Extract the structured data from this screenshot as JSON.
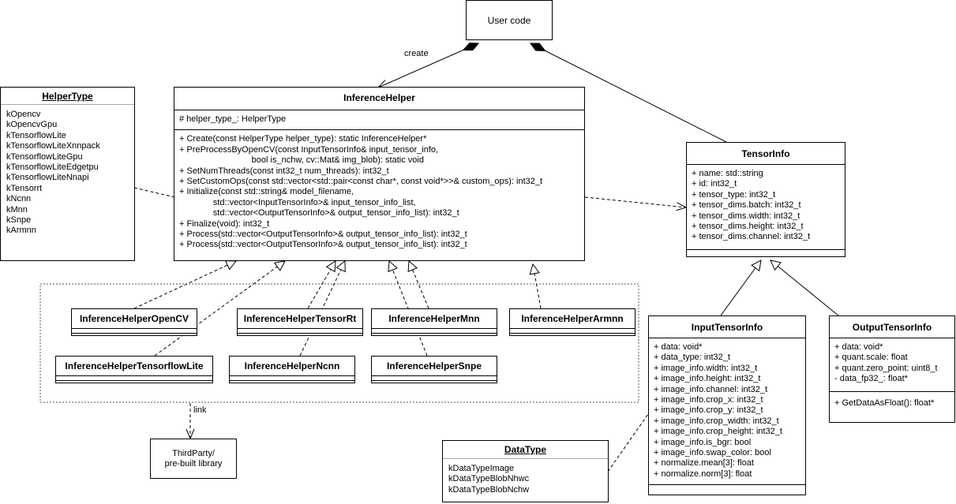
{
  "user_code": {
    "label": "User code"
  },
  "edge_labels": {
    "create": "create",
    "link": "link"
  },
  "helper_type": {
    "title": "HelperType",
    "items": [
      "kOpencv",
      "kOpencvGpu",
      "kTensorflowLite",
      "kTensorflowLiteXnnpack",
      "kTensorflowLiteGpu",
      "kTensorflowLiteEdgetpu",
      "kTensorflowLiteNnapi",
      "kTensorrt",
      "kNcnn",
      "kMnn",
      "kSnpe",
      "kArmnn"
    ]
  },
  "inference_helper": {
    "title": "InferenceHelper",
    "attributes": [
      "# helper_type_: HelperType"
    ],
    "methods": [
      "+ Create(const HelperType helper_type): static InferenceHelper*",
      "+ PreProcessByOpenCV(const InputTensorInfo& input_tensor_info,",
      "                              bool is_nchw, cv::Mat& img_blob): static void",
      "+ SetNumThreads(const int32_t num_threads): int32_t",
      "+ SetCustomOps(const std::vector<std::pair<const char*, const void*>>& custom_ops): int32_t",
      "+ Initialize(const std::string& model_filename,",
      "              std::vector<InputTensorInfo>& input_tensor_info_list,",
      "              std::vector<OutputTensorInfo>& output_tensor_info_list): int32_t",
      "+ Finalize(void): int32_t",
      "+ Process(std::vector<OutputTensorInfo>& output_tensor_info_list): int32_t",
      "+ Process(std::vector<OutputTensorInfo>& output_tensor_info_list): int32_t"
    ]
  },
  "tensor_info": {
    "title": "TensorInfo",
    "attributes": [
      "+ name: std::string",
      "+ id: int32_t",
      "+ tensor_type: int32_t",
      "+ tensor_dims.batch: int32_t",
      "+ tensor_dims.width: int32_t",
      "+ tensor_dims.height: int32_t",
      "+ tensor_dims.channel: int32_t"
    ]
  },
  "implementations": {
    "opencv": "InferenceHelperOpenCV",
    "tensorrt": "InferenceHelperTensorRt",
    "mnn": "InferenceHelperMnn",
    "armnn": "InferenceHelperArmnn",
    "tflite": "InferenceHelperTensorflowLite",
    "ncnn": "InferenceHelperNcnn",
    "snpe": "InferenceHelperSnpe"
  },
  "input_tensor_info": {
    "title": "InputTensorInfo",
    "attributes": [
      "+ data: void*",
      "+ data_type: int32_t",
      "+ image_info.width: int32_t",
      "+ image_info.height: int32_t",
      "+ image_info.channel: int32_t",
      "+ image_info.crop_x: int32_t",
      "+ image_info.crop_y: int32_t",
      "+ image_info.crop_width: int32_t",
      "+ image_info.crop_height: int32_t",
      "+ image_info.is_bgr: bool",
      "+ image_info.swap_color: bool",
      "+ normalize.mean[3]: float",
      "+ normalize.norm[3]: float"
    ]
  },
  "output_tensor_info": {
    "title": "OutputTensorInfo",
    "attributes": [
      "+ data: void*",
      "+ quant.scale: float",
      "+ quant.zero_point: uint8_t",
      "- data_fp32_: float*"
    ],
    "methods": [
      "+ GetDataAsFloat(): float*"
    ]
  },
  "data_type": {
    "title": "DataType",
    "items": [
      "kDataTypeImage",
      "kDataTypeBlobNhwc",
      "kDataTypeBlobNchw"
    ]
  },
  "third_party": {
    "line1": "ThirdParty/",
    "line2": "pre-built library"
  }
}
